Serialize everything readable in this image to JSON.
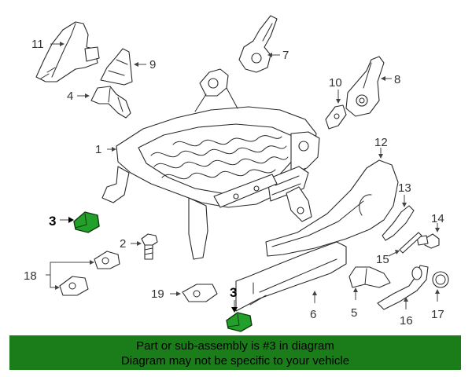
{
  "callouts": {
    "c1": "1",
    "c2": "2",
    "c3a": "3",
    "c3b": "3",
    "c4": "4",
    "c5": "5",
    "c6": "6",
    "c7": "7",
    "c8": "8",
    "c9": "9",
    "c10": "10",
    "c11": "11",
    "c12": "12",
    "c13": "13",
    "c14": "14",
    "c15": "15",
    "c16": "16",
    "c17": "17",
    "c18": "18",
    "c19": "19"
  },
  "colors": {
    "highlight": "#23a02a",
    "banner": "#1a7d1a"
  },
  "banner": {
    "line1": "Part or sub-assembly is #3 in diagram",
    "line2": "Diagram may not be specific to your vehicle"
  }
}
